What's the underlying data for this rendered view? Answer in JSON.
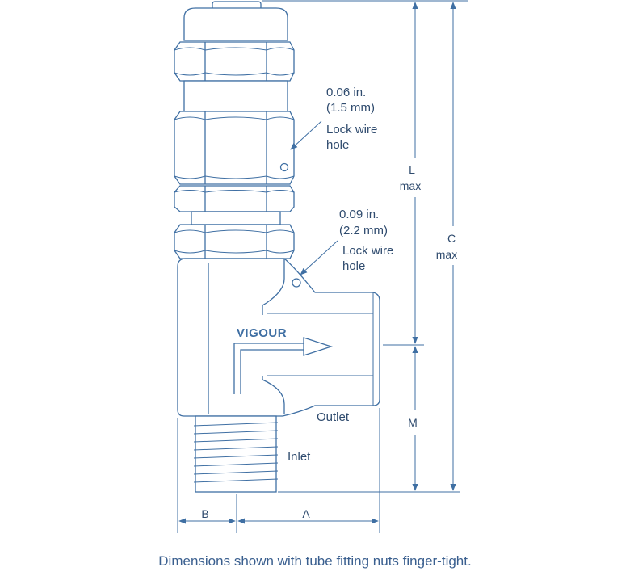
{
  "colors": {
    "line": "#3f6fa3",
    "text": "#2f4b6e",
    "caption": "#3a5f8f"
  },
  "brand": "VIGOUR",
  "callouts": {
    "upper_hole": {
      "size_in": "0.06 in.",
      "size_mm": "(1.5 mm)",
      "line1": "Lock wire",
      "line2": "hole"
    },
    "lower_hole": {
      "size_in": "0.09 in.",
      "size_mm": "(2.2 mm)",
      "line1": "Lock wire",
      "line2": "hole"
    }
  },
  "labels": {
    "outlet": "Outlet",
    "inlet": "Inlet"
  },
  "dimensions": {
    "L": "L",
    "L_sub": "max",
    "C": "C",
    "C_sub": "max",
    "M": "M",
    "A": "A",
    "B": "B"
  },
  "caption": "Dimensions shown with tube fitting nuts finger-tight."
}
